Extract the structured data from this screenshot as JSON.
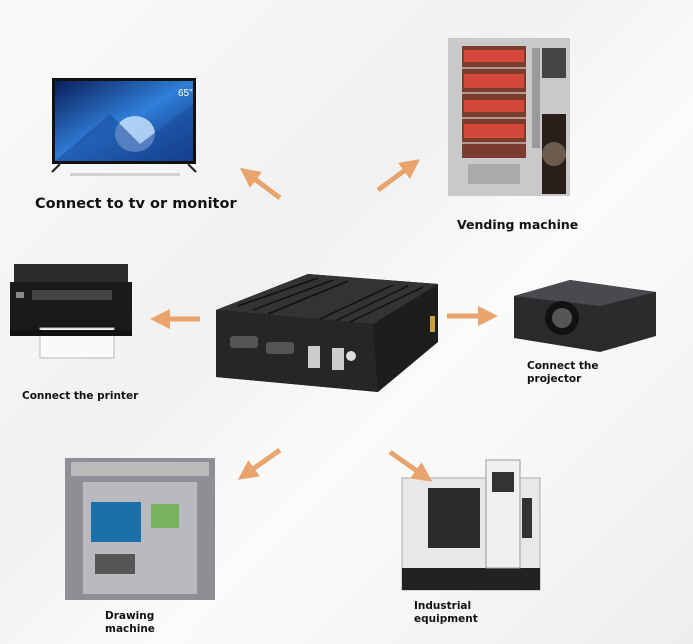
{
  "labels": {
    "tv": "Connect to tv or monitor",
    "vending": "Vending machine",
    "printer": "Connect the printer",
    "projector_line1": "Connect the",
    "projector_line2": "projector",
    "atm_line1": "Drawing",
    "atm_line2": "machine",
    "industrial_line1": "Industrial",
    "industrial_line2": "equipment"
  },
  "tv_badge": "65\"",
  "colors": {
    "arrow": "#e9a46e",
    "device_dark": "#222222",
    "background": "#f4f4f4"
  }
}
